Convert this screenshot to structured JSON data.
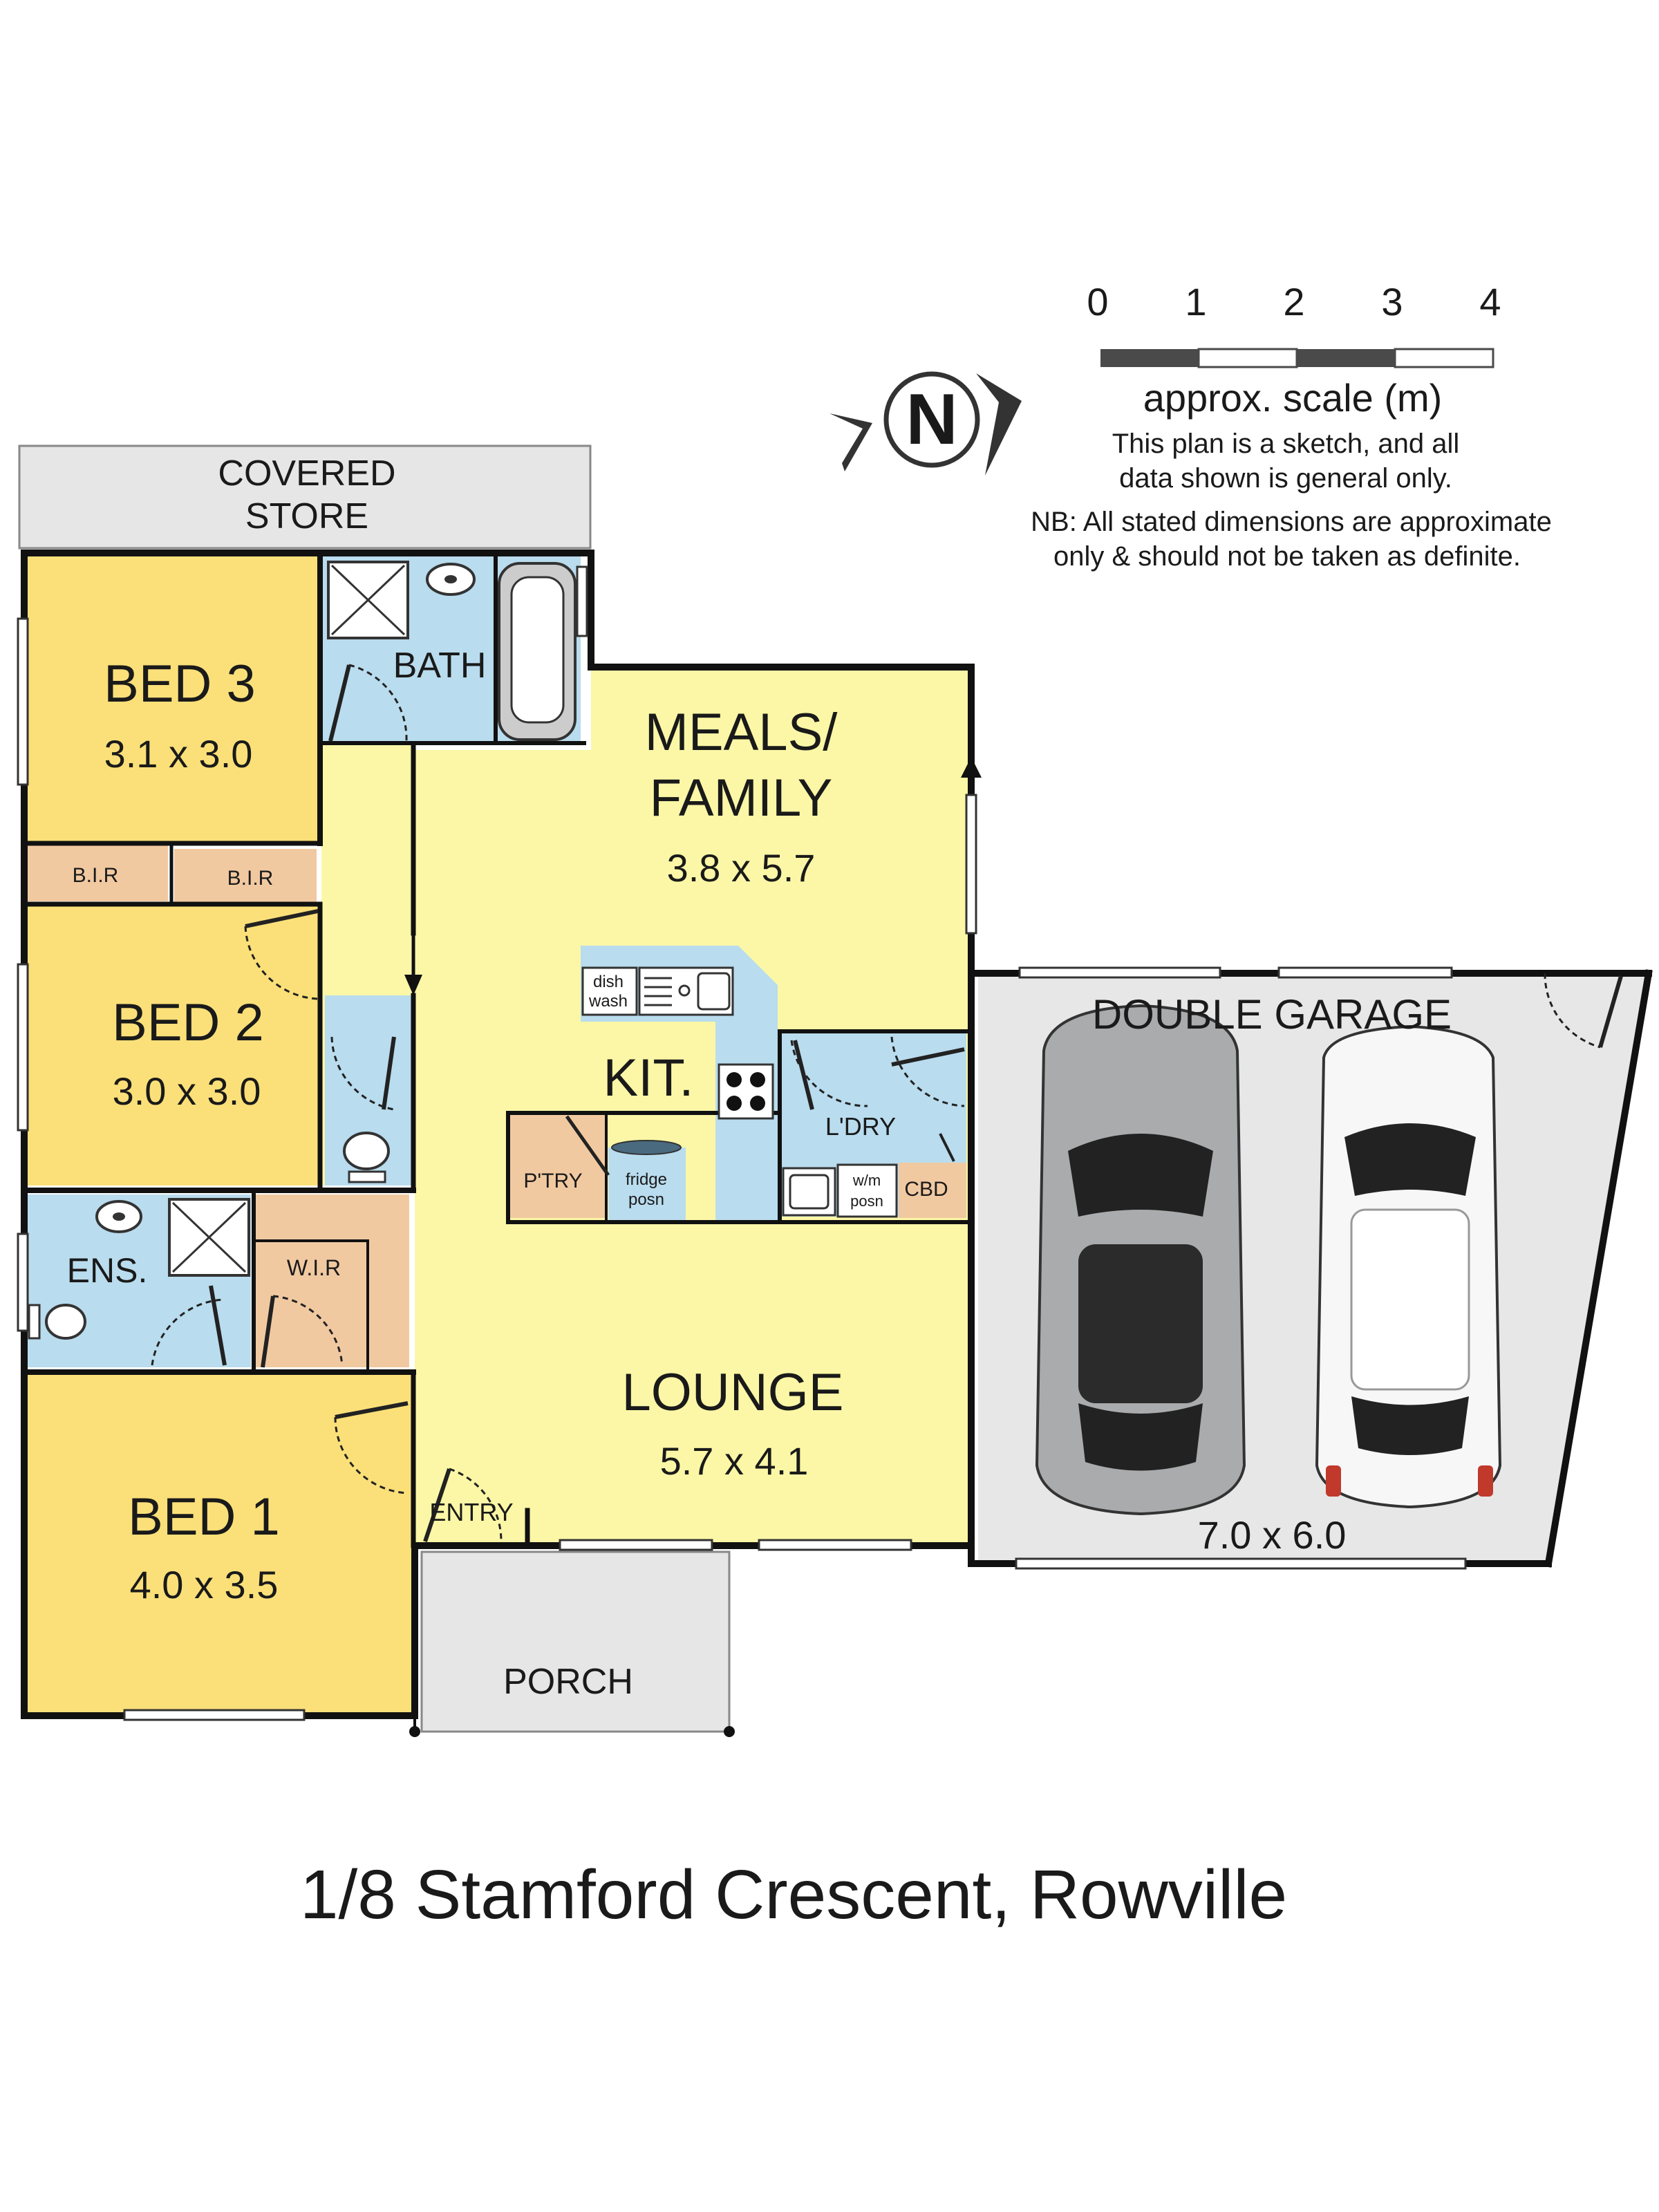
{
  "scale": {
    "ticks": [
      "0",
      "1",
      "2",
      "3",
      "4"
    ],
    "caption": "approx. scale (m)",
    "note_line1": "This plan is a sketch, and all",
    "note_line2": "data shown is general only.",
    "nb_line1": "NB: All stated dimensions are approximate",
    "nb_line2": "only & should not be taken as definite."
  },
  "compass": {
    "letter": "N"
  },
  "rooms": {
    "covered_store": {
      "line1": "COVERED",
      "line2": "STORE"
    },
    "bed3": {
      "name": "BED 3",
      "dims": "3.1 x 3.0"
    },
    "bath": {
      "name": "BATH"
    },
    "bir1": {
      "name": "B.I.R"
    },
    "bir2": {
      "name": "B.I.R"
    },
    "bed2": {
      "name": "BED 2",
      "dims": "3.0 x 3.0"
    },
    "ens": {
      "name": "ENS."
    },
    "wir": {
      "name": "W.I.R"
    },
    "bed1": {
      "name": "BED 1",
      "dims": "4.0 x 3.5"
    },
    "meals": {
      "line1": "MEALS/",
      "line2": "FAMILY",
      "dims": "3.8 x 5.7"
    },
    "kit": {
      "name": "KIT."
    },
    "dishwash": {
      "line1": "dish",
      "line2": "wash"
    },
    "ptry": {
      "name": "P'TRY"
    },
    "fridge": {
      "line1": "fridge",
      "line2": "posn"
    },
    "ldry": {
      "name": "L'DRY"
    },
    "wm": {
      "line1": "w/m",
      "line2": "posn"
    },
    "cbd": {
      "name": "CBD"
    },
    "lounge": {
      "name": "LOUNGE",
      "dims": "5.7 x 4.1"
    },
    "entry": {
      "name": "ENTRY"
    },
    "porch": {
      "name": "PORCH"
    },
    "garage": {
      "name": "DOUBLE GARAGE",
      "dims": "7.0 x 6.0"
    }
  },
  "address": "1/8 Stamford Crescent, Rowville",
  "colors": {
    "bedroom": "#fbe079",
    "living": "#fbf7a6",
    "wet_area": "#b9dcee",
    "storage": "#f1c9a1",
    "covered": "#e6e6e6",
    "garage": "#e7e7e7"
  }
}
